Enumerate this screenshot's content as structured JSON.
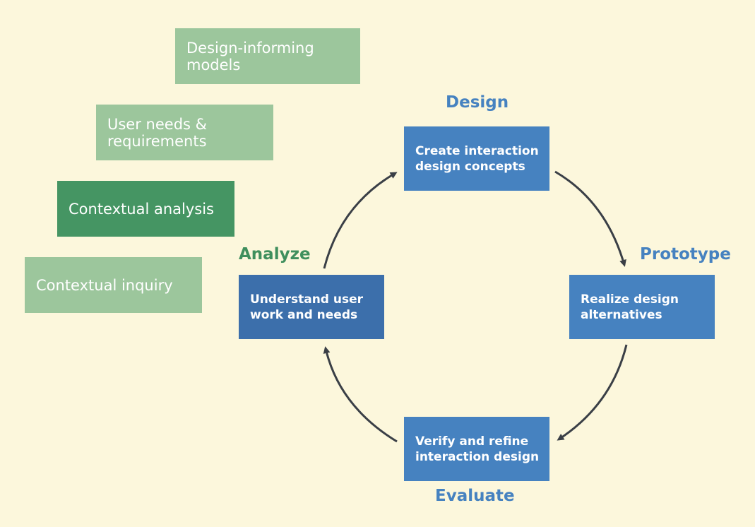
{
  "stack": {
    "design_informing_models": "Design-informing\nmodels",
    "user_needs": "User needs &\nrequirements",
    "contextual_analysis": "Contextual analysis",
    "contextual_inquiry": "Contextual inquiry"
  },
  "cycle": {
    "design": {
      "label": "Design",
      "box": "Create interaction\ndesign concepts"
    },
    "prototype": {
      "label": "Prototype",
      "box": "Realize design\nalternatives"
    },
    "evaluate": {
      "label": "Evaluate",
      "box": "Verify and refine\ninteraction design"
    },
    "analyze": {
      "label": "Analyze",
      "box": "Understand user\nwork and needs"
    }
  },
  "colors": {
    "background": "#fcf7dc",
    "light_green": "#9cc69c",
    "dark_green": "#459563",
    "blue": "#4682c0",
    "arrow": "#3a3f46"
  }
}
